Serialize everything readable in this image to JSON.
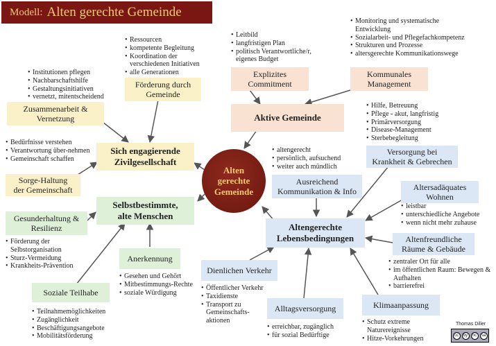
{
  "title": {
    "prefix": "Modell:",
    "main": "Alten gerechte Gemeinde"
  },
  "center": "Alten\ngerechte\nGemeinde",
  "author": "Thomas Diller",
  "license_badge": [
    "cc",
    "by",
    "nc",
    "sa"
  ],
  "colors": {
    "title_bg": "#7a1712",
    "title_text": "#f4c979",
    "center": "#7a1c12",
    "yellow": "#fbf1c8",
    "green": "#dff0d9",
    "peach": "#f9e2d2",
    "blue": "#dce7f5",
    "line": "#555555"
  },
  "nodes": {
    "zusammenarbeit": "Zusammenarbeit &\nVernetzung",
    "foerderung": "Förderung durch\nGemeinde",
    "sorge": "Sorge-Haltung\nder Gemeinschaft",
    "zivil": "Sich engagierende\nZivilgesellschaft",
    "selbst": "Selbstbestimmte,\nalte Menschen",
    "gesund": "Gesunderhaltung &\nResilienz",
    "anerkennung": "Anerkennung",
    "teilhabe": "Soziale Teilhabe",
    "commitment": "Explizites\nCommitment",
    "kommunal": "Kommunales\nManagement",
    "aktive": "Aktive Gemeinde",
    "versorgung": "Versorgung bei\nKrankheit & Gebrechen",
    "kommunikation": "Ausreichend\nKommunikation & Info",
    "wohnen": "Altersadäquates\nWohnen",
    "lebens": "Altengerechte\nLebensbedingungen",
    "raeume": "Altenfreundliche\nRäume & Gebäude",
    "verkehr": "Dienlichen Verkehr",
    "alltag": "Alltagsversorgung",
    "klima": "Klimaanpassung"
  },
  "lists": {
    "zusammenarbeit": [
      "Institutionen pflegen",
      "Nachbarschaftshilfe",
      "Gestaltungsinitiativen",
      "vernetzt, mitentscheidend"
    ],
    "foerderung": [
      "Ressourcen",
      "kompetente Begleitung",
      "Koordination der verschiedenen Initiativen",
      "alle Generationen"
    ],
    "sorge": [
      "Bedürfnisse verstehen",
      "Verantwortung über-nehmen",
      "Gemeinschaft schaffen"
    ],
    "gesund": [
      "Förderung der Selbstorganisation",
      "Sturz-Vermeidung",
      "Krankheits-Prävention"
    ],
    "anerkennung": [
      "Gesehen und Gehört",
      "Mitbestimmungs-Rechte",
      "soziale Würdigung"
    ],
    "teilhabe": [
      "Teilnahmemöglichkeiten",
      "Zugänglichkeit",
      "Beschäftigungsangebote",
      "Mobilitätsförderung"
    ],
    "commitment": [
      "Leitbild",
      "langfristigen Plan",
      "politisch Verantwortliche/r, eigenes Budget"
    ],
    "kommunal": [
      "Monitoring und systematische Entwicklung",
      "Sozialarbeit- und Pflegefachkompetenz",
      "Strukturen und Prozesse",
      "altersgerechte Kommunikationswege"
    ],
    "versorgung": [
      "Hilfe, Betreuung",
      "Pflege - akut, langfristig",
      "Primärversorgung",
      "Disease-Management",
      "Sterbebegleitung"
    ],
    "kommunikation": [
      "altengerecht",
      "persönlich, aufsuchend",
      "weiter auch mündlich"
    ],
    "wohnen": [
      "leistbar",
      "unterschiedliche Angebote",
      "wenn nicht mehr zuhause"
    ],
    "raeume": [
      "zentraler Ort für alle",
      "im öffentlichen Raum: Bewegen & Aufhalten",
      "barrierefrei"
    ],
    "verkehr": [
      "Öffentlicher Verkehr",
      "Taxidienste",
      "Transport zu Gemeinschafts-aktionen"
    ],
    "alltag": [
      "erreichbar, zugänglich",
      "für sozial Bedürftige"
    ],
    "klima": [
      "Schutz extreme Naturereignisse",
      "Hitze-Vorkehrungen"
    ]
  }
}
